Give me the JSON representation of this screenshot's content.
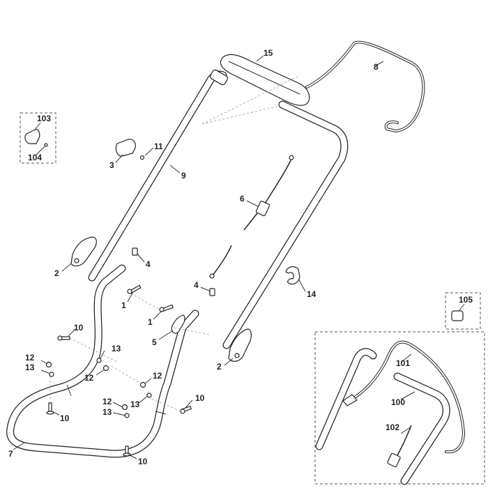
{
  "part_labels": {
    "p1a": "1",
    "p1b": "1",
    "p2a": "2",
    "p2b": "2",
    "p3": "3",
    "p4a": "4",
    "p4b": "4",
    "p5": "5",
    "p6": "6",
    "p7": "7",
    "p8": "8",
    "p9": "9",
    "p10a": "10",
    "p10b": "10",
    "p10c": "10",
    "p10d": "10",
    "p11": "11",
    "p12a": "12",
    "p12b": "12",
    "p12c": "12",
    "p12d": "12",
    "p13a": "13",
    "p13b": "13",
    "p13c": "13",
    "p13d": "13",
    "p14": "14",
    "p15": "15",
    "p100": "100",
    "p101": "101",
    "p102": "102",
    "p103": "103",
    "p104": "104",
    "p105": "105"
  },
  "colors": {
    "line": "#222222",
    "paper": "#ffffff"
  }
}
